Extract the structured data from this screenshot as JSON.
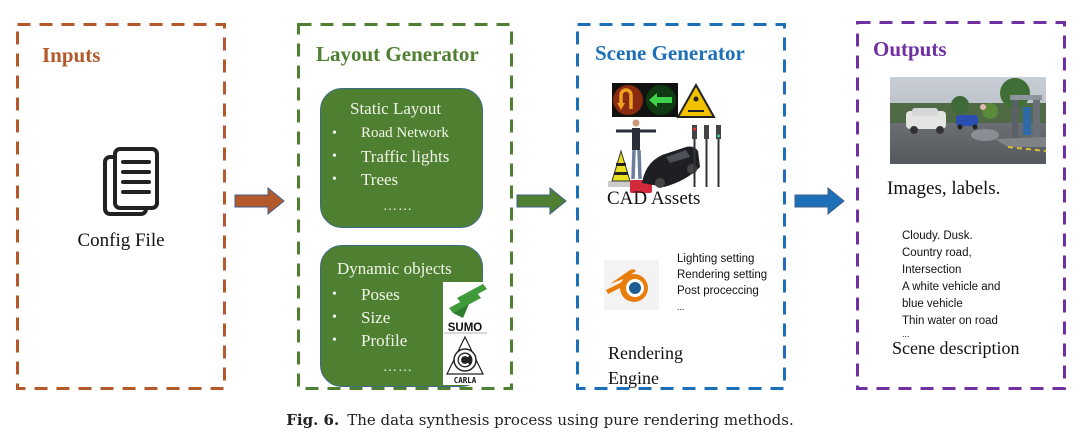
{
  "colors": {
    "inputs": "#b3592a",
    "layout": "#4f7f30",
    "scene": "#1d6fb8",
    "outputs": "#7030a0",
    "green_box": "#4f7f30"
  },
  "panels": {
    "inputs": {
      "title": "Inputs",
      "icon": "document-icon",
      "label": "Config File"
    },
    "layout": {
      "title": "Layout Generator",
      "static_layout": {
        "title": "Static Layout",
        "items": [
          "Road Network",
          "Traffic lights",
          "Trees"
        ],
        "ellipsis": "……"
      },
      "dynamic_objects": {
        "title": "Dynamic objects",
        "items": [
          "Poses",
          "Size",
          "Profile"
        ],
        "ellipsis": "……"
      },
      "logos": [
        "SUMO",
        "CARLA"
      ]
    },
    "scene": {
      "title": "Scene Generator",
      "cad_label": "CAD Assets",
      "cad_items": [
        "u-turn-signal",
        "left-arrow-signal",
        "pedestrian-crossing-sign",
        "human-model",
        "traffic-cone",
        "car-model",
        "traffic-lights",
        "barrier"
      ],
      "render_settings": [
        "Lighting setting",
        "Rendering setting",
        "Post proceccing",
        "..."
      ],
      "render_label_line1": "Rendering",
      "render_label_line2": "Engine",
      "engine_icon": "blender-icon"
    },
    "outputs": {
      "title": "Outputs",
      "images_label": "Images, labels.",
      "scene_description": [
        "Cloudy. Dusk.",
        "Country road,",
        "Intersection",
        "A white vehicle and",
        "blue vehicle",
        "Thin water on road",
        "..."
      ],
      "scene_description_label": "Scene description"
    }
  },
  "arrows": [
    {
      "from": "inputs",
      "to": "layout",
      "color": "#b3592a"
    },
    {
      "from": "layout",
      "to": "scene",
      "color": "#4f7f30"
    },
    {
      "from": "scene",
      "to": "outputs",
      "color": "#1d6fb8"
    }
  ],
  "caption": {
    "label": "Fig. 6.",
    "text": "The data synthesis process using pure rendering methods."
  }
}
